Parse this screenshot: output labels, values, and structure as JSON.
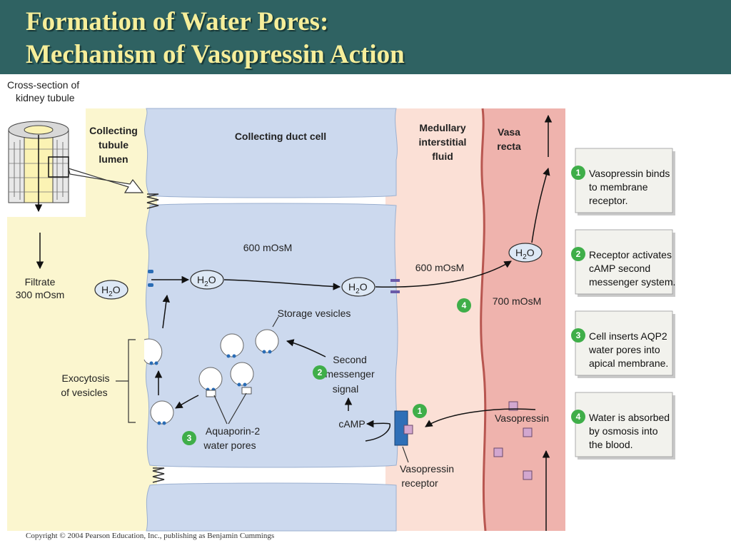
{
  "title": {
    "line1": "Formation of Water Pores:",
    "line2": "Mechanism of Vasopressin Action"
  },
  "labels": {
    "cross_section_1": "Cross-section of",
    "cross_section_2": "kidney tubule",
    "lumen_1": "Collecting",
    "lumen_2": "tubule",
    "lumen_3": "lumen",
    "duct_cell": "Collecting duct cell",
    "interstitial_1": "Medullary",
    "interstitial_2": "interstitial",
    "interstitial_3": "fluid",
    "vasa_1": "Vasa",
    "vasa_2": "recta",
    "filtrate_1": "Filtrate",
    "filtrate_2": "300 mOsm",
    "cell_osm": "600 mOsM",
    "interstitial_osm": "600 mOsM",
    "vasa_osm": "700 mOsM",
    "storage_vesicles": "Storage vesicles",
    "second_messenger_1": "Second",
    "second_messenger_2": "messenger",
    "second_messenger_3": "signal",
    "camp": "cAMP",
    "exocytosis_1": "Exocytosis",
    "exocytosis_2": "of vesicles",
    "aquaporin_1": "Aquaporin-2",
    "aquaporin_2": "water pores",
    "vasopressin": "Vasopressin",
    "receptor_1": "Vasopressin",
    "receptor_2": "receptor",
    "h2o": "H",
    "h2o_sub": "2",
    "h2o_end": "O"
  },
  "badges": [
    "1",
    "2",
    "3",
    "4"
  ],
  "steps": [
    {
      "num": "1",
      "lines": [
        "Vasopressin binds",
        "to membrane",
        "receptor."
      ]
    },
    {
      "num": "2",
      "lines": [
        "Receptor activates",
        "cAMP second",
        "messenger system."
      ]
    },
    {
      "num": "3",
      "lines": [
        "Cell inserts AQP2",
        "water pores into",
        "apical membrane."
      ]
    },
    {
      "num": "4",
      "lines": [
        "Water is absorbed",
        "by osmosis into",
        "the blood."
      ]
    }
  ],
  "copyright": "Copyright © 2004 Pearson Education, Inc., publishing as Benjamin Cummings",
  "colors": {
    "title_bg": "#2f6262",
    "title_text": "#f6ee9a",
    "cell": "#ccd9ee",
    "lumen": "#fbf6cf",
    "interstitial": "#fbe0d6",
    "vasa_recta": "#efb3ad",
    "badge": "#3fae49",
    "vasopressin": "#d2a7cf",
    "pore": "#2a6cb5",
    "receptor": "#2e6fb7"
  }
}
